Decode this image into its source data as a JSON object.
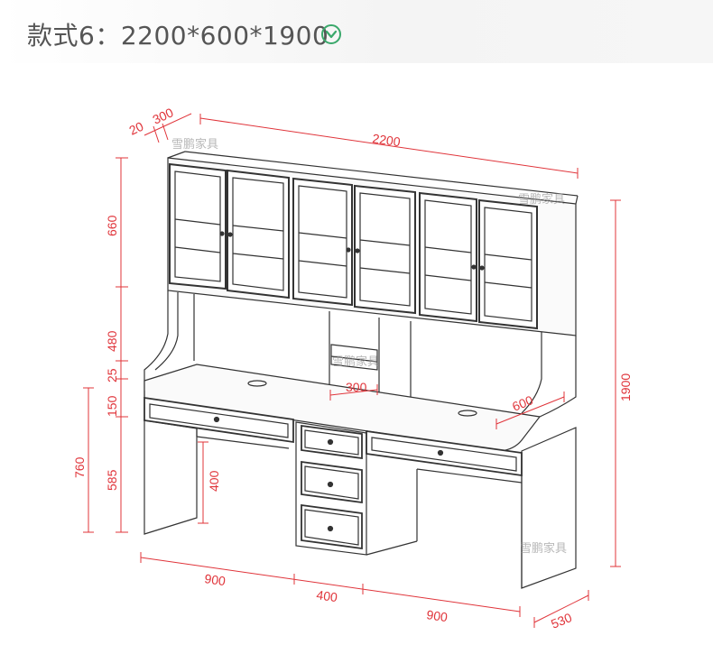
{
  "header": {
    "title": "款式6：2200*600*1900"
  },
  "watermark": "雪鹏家具",
  "dimensions": {
    "d20": "20",
    "d300_top": "300",
    "d2200": "2200",
    "d660": "660",
    "d480": "480",
    "d25": "25",
    "d150": "150",
    "d585": "585",
    "d760": "760",
    "d1900": "1900",
    "d300_shelf": "300",
    "d600": "600",
    "d400_knee": "400",
    "d900_left": "900",
    "d400_bottom": "400",
    "d900_right": "900",
    "d530": "530"
  },
  "colors": {
    "dimension": "#e0343a",
    "line": "#333333",
    "accent": "#3aa86b"
  }
}
